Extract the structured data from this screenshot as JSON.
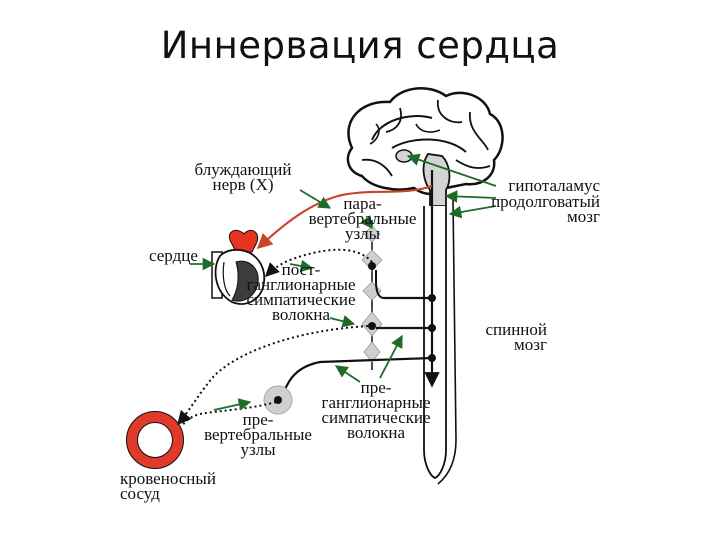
{
  "title": "Иннервация сердца",
  "colors": {
    "vagus_nerve": "#c8452a",
    "arrows": "#1f6b2a",
    "ganglia": "#cfcfcf",
    "heart_red": "#e8331f",
    "vessel_red": "#e03a2a",
    "ink": "#111111"
  },
  "labels": {
    "vagus": [
      "блуждающий",
      "нерв (X)"
    ],
    "heart": [
      "сердце"
    ],
    "paravertebral": [
      "пара-",
      "вертебральные",
      "узлы"
    ],
    "hypothalamus": [
      "гипоталамус"
    ],
    "medulla": [
      "продолговатый",
      "мозг"
    ],
    "postganglionic": [
      "пост-",
      "ганглионарные",
      "симпатические",
      "волокна"
    ],
    "spinal_cord": [
      "спинной",
      "мозг"
    ],
    "preganglionic": [
      "пре-",
      "ганглионарные",
      "симпатические",
      "волокна"
    ],
    "prevertebral": [
      "пре-",
      "вертебральные",
      "узлы"
    ],
    "blood_vessel": [
      "кровеносный",
      "сосуд"
    ]
  }
}
